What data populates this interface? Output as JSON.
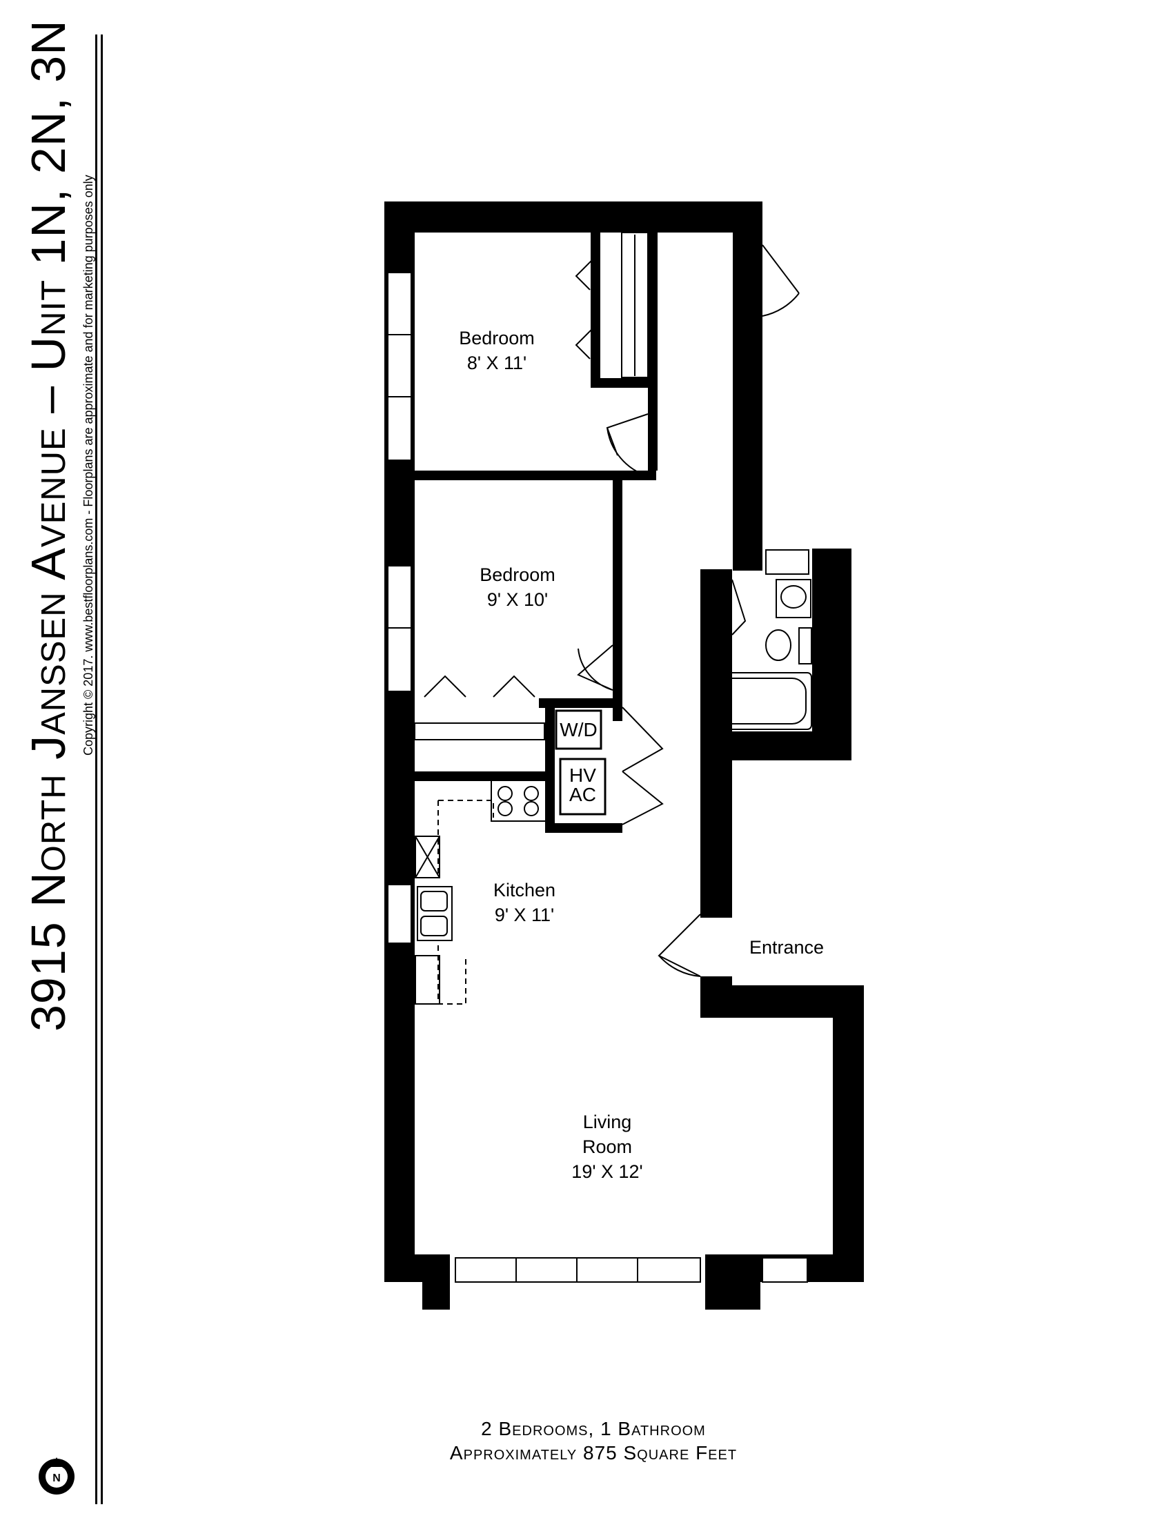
{
  "title": "3915 North Janssen Avenue – Unit 1N, 2N, 3N",
  "copyright": "Copyright © 2017. www.bestfloorplans.com - Floorplans are approximate and for marketing purposes only",
  "rooms": [
    {
      "name": "Bedroom",
      "size": "8' X 11'"
    },
    {
      "name": "Bedroom",
      "size": "9' X 10'"
    },
    {
      "name": "Kitchen",
      "size": "9' X 11'"
    },
    {
      "name": "Living",
      "name2": "Room",
      "size": "19' X 12'"
    },
    {
      "name": "Entrance"
    }
  ],
  "appliances": {
    "washer_dryer": "W/D",
    "hvac_line1": "HV",
    "hvac_line2": "AC"
  },
  "summary": {
    "line1": "2 Bedrooms, 1 Bathroom",
    "line2": "Approximately 875 Square Feet"
  },
  "compass": {
    "letter": "N"
  }
}
